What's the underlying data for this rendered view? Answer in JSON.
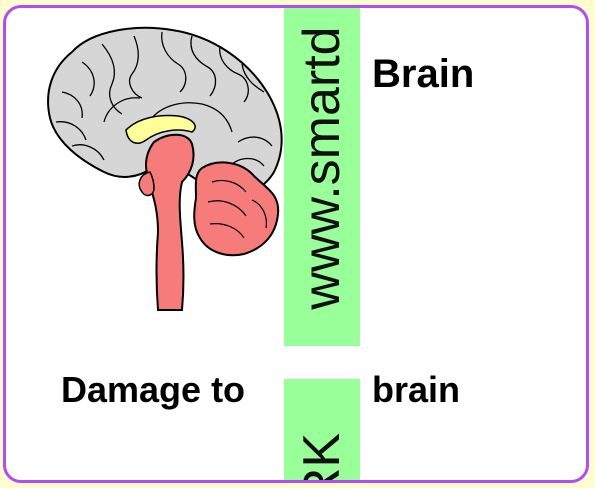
{
  "title": "Brain",
  "watermark_top": "www.smartd",
  "watermark_bottom": "RK",
  "caption_left": "Damage to",
  "caption_right": "brain",
  "colors": {
    "border": "#b44cf0",
    "background": "#fdfdd0",
    "watermark_bg": "#99ff99",
    "cerebrum": "#d6d6d6",
    "brainstem": "#f67b7b",
    "highlight": "#ffff99"
  }
}
